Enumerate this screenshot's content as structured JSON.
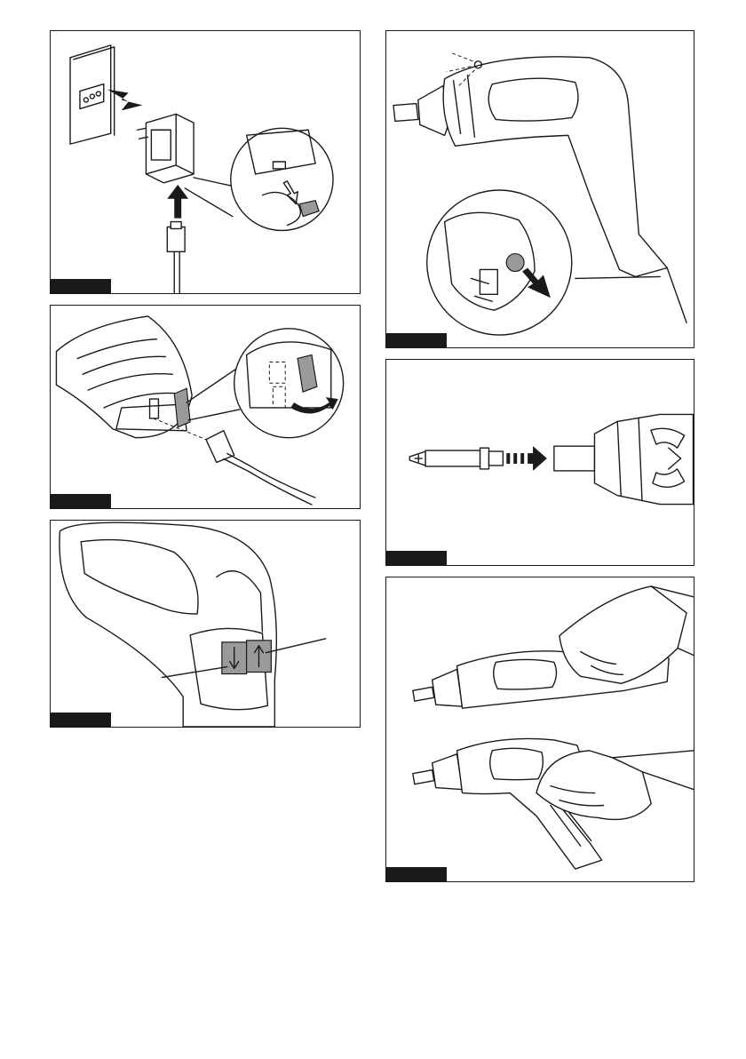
{
  "figures": [
    {
      "id": "fig1",
      "tab": "",
      "icons": [
        "wall-socket-icon",
        "charger-adapter-icon",
        "usb-cable-icon",
        "push-arrow-icon"
      ]
    },
    {
      "id": "fig2",
      "tab": "",
      "icons": [
        "tool-grip-icon",
        "usb-port-cover-icon",
        "usb-plug-icon",
        "rotate-arrow-icon"
      ]
    },
    {
      "id": "fig3",
      "tab": "",
      "icons": [
        "screwdriver-body-icon",
        "reverse-switch-icon"
      ]
    },
    {
      "id": "fig4",
      "tab": "",
      "icons": [
        "screwdriver-icon",
        "led-light-icon",
        "lock-button-icon",
        "push-arrow-icon"
      ]
    },
    {
      "id": "fig5",
      "tab": "",
      "icons": [
        "bit-icon",
        "insert-arrow-icon",
        "bit-holder-icon"
      ]
    },
    {
      "id": "fig6",
      "tab": "",
      "icons": [
        "straight-grip-icon",
        "pistol-grip-icon",
        "hand-icon"
      ]
    }
  ],
  "colors": {
    "line": "#1a1a1a",
    "highlight": "#9a9a9a",
    "background": "#ffffff"
  }
}
